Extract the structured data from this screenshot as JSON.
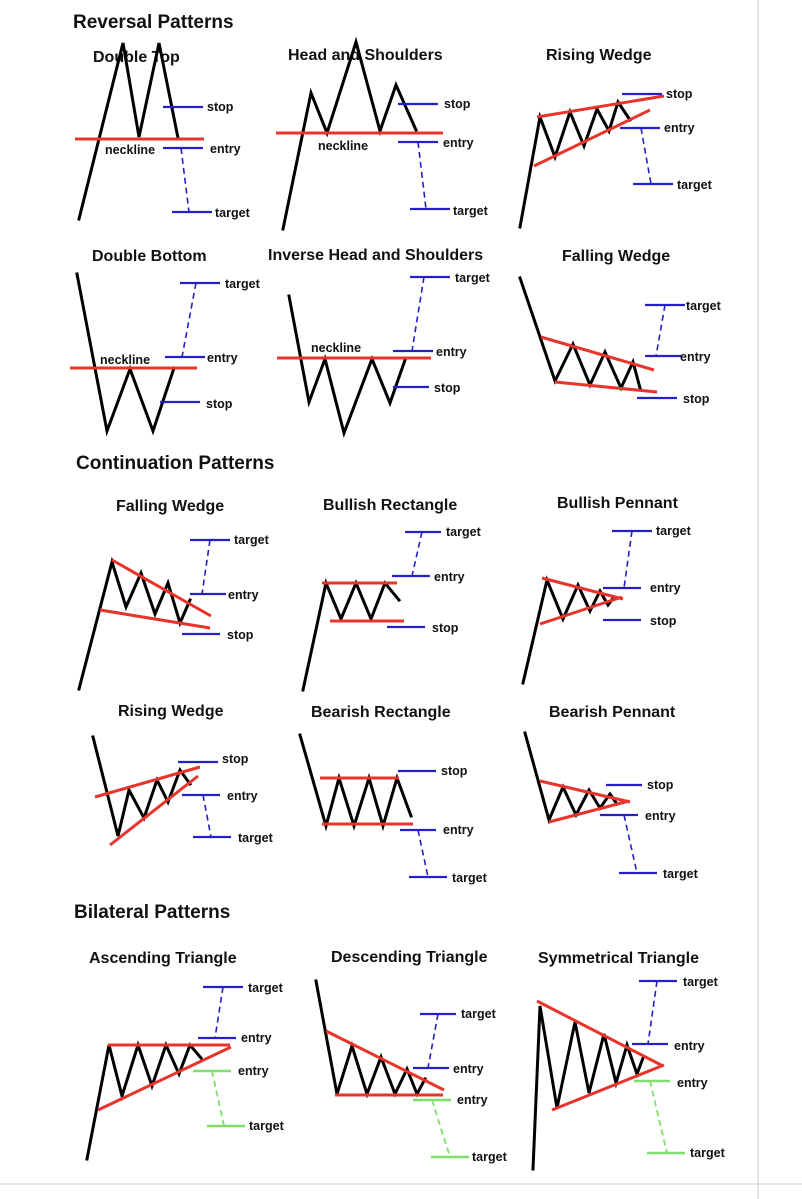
{
  "sections": {
    "reversal": "Reversal Patterns",
    "continuation": "Continuation Patterns",
    "bilateral": "Bilateral Patterns"
  },
  "patterns": {
    "double_top": "Double Top",
    "head_shoulders": "Head and Shoulders",
    "rising_wedge_rev": "Rising Wedge",
    "double_bottom": "Double Bottom",
    "inv_head_shoulders": "Inverse Head and Shoulders",
    "falling_wedge_rev": "Falling Wedge",
    "falling_wedge_cont": "Falling Wedge",
    "bullish_rectangle": "Bullish Rectangle",
    "bullish_pennant": "Bullish Pennant",
    "rising_wedge_cont": "Rising Wedge",
    "bearish_rectangle": "Bearish Rectangle",
    "bearish_pennant": "Bearish Pennant",
    "ascending_triangle": "Ascending Triangle",
    "descending_triangle": "Descending Triangle",
    "symmetrical_triangle": "Symmetrical Triangle"
  },
  "labels": {
    "stop": "stop",
    "entry": "entry",
    "target": "target",
    "neckline": "neckline"
  },
  "colors": {
    "price_line": "#000000",
    "boundary": "#e8342b",
    "level": "#2420c8",
    "alt_level": "#7ee06a"
  }
}
